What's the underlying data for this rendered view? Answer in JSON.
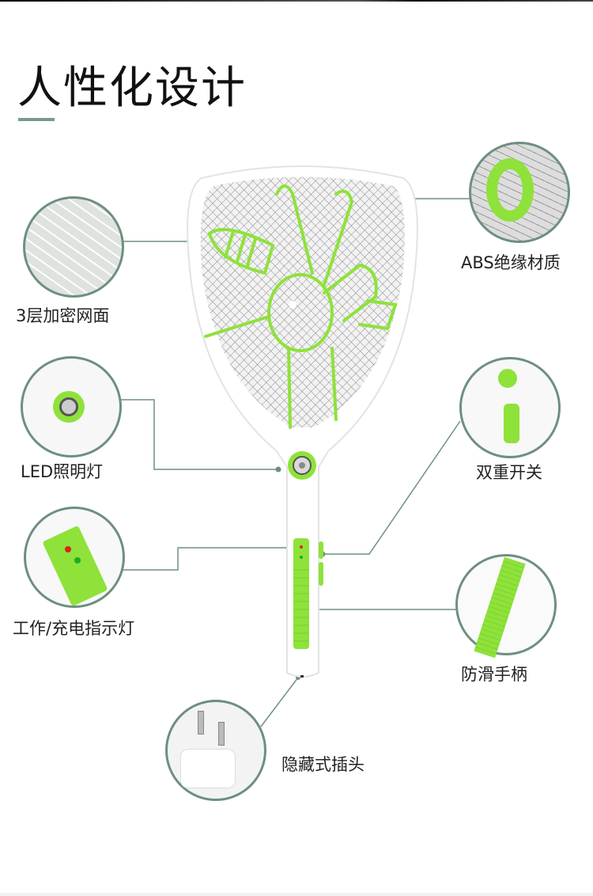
{
  "page": {
    "title": "人性化设计",
    "accent_color": "#6e8f80",
    "product_green": "#8ee23a"
  },
  "features": [
    {
      "id": "mesh",
      "label": "3层加密网面",
      "icon": "mesh-closeup"
    },
    {
      "id": "abs",
      "label": "ABS绝缘材质",
      "icon": "abs-frame-closeup"
    },
    {
      "id": "led",
      "label": "LED照明灯",
      "icon": "led-light-closeup"
    },
    {
      "id": "switch",
      "label": "双重开关",
      "icon": "dual-switch-closeup"
    },
    {
      "id": "indicator",
      "label": "工作/充电指示灯",
      "icon": "indicator-light-closeup"
    },
    {
      "id": "grip",
      "label": "防滑手柄",
      "icon": "grip-handle-closeup"
    },
    {
      "id": "plug",
      "label": "隐藏式插头",
      "icon": "hidden-plug-closeup"
    }
  ]
}
